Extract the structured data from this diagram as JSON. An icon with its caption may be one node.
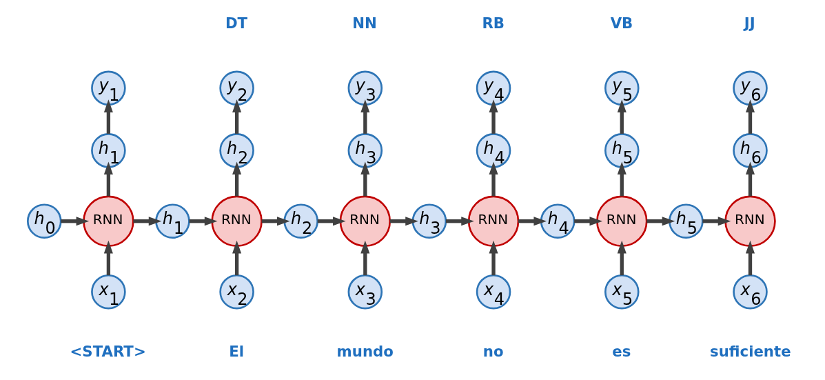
{
  "diagram": {
    "nodes": [
      {
        "text": [
          "*y*$_{1}$"
        ]
      },
      {
        "text": [
          "*y*$_{2}$"
        ],
        "beside": [
          "DT"
        ]
      },
      {
        "text": [
          "*y*$_{3}$"
        ],
        "beside": [
          "NN"
        ]
      },
      {
        "text": [
          "*y*$_{4}$"
        ],
        "beside": [
          "RB"
        ]
      },
      {
        "text": [
          "*y*$_{5}$"
        ],
        "beside": [
          "VB"
        ]
      },
      {
        "text": [
          "*y*$_{6}$"
        ],
        "beside": [
          "JJ"
        ]
      },
      {
        "text": [
          "*h*$_{1}$"
        ]
      },
      {
        "text": [
          "*h*$_{2}$"
        ]
      },
      {
        "text": [
          "*h*$_{3}$"
        ]
      },
      {
        "text": [
          "*h*$_{4}$"
        ]
      },
      {
        "text": [
          "*h*$_{5}$"
        ]
      },
      {
        "text": [
          "*h*$_{6}$"
        ]
      },
      {
        "text": [
          "*h*$_{0}$"
        ]
      },
      {
        "text": [
          "RNN"
        ]
      },
      {
        "text": [
          "*h*$_{1}$"
        ]
      },
      {
        "text": [
          "RNN"
        ]
      },
      {
        "text": [
          "*h*$_{2}$"
        ]
      },
      {
        "text": [
          "RNN"
        ]
      },
      {
        "text": [
          "*h*$_{3}$"
        ]
      },
      {
        "text": [
          "RNN"
        ]
      },
      {
        "text": [
          "*h*$_{4}$"
        ]
      },
      {
        "text": [
          "RNN"
        ]
      },
      {
        "text": [
          "*h*$_{5}$"
        ]
      },
      {
        "text": [
          "RNN"
        ]
      },
      {
        "text": [
          "*x*$_{1}$"
        ],
        "beside": [
          "<START>"
        ]
      },
      {
        "text": [
          "*x*$_{2}$"
        ],
        "beside": [
          "El"
        ]
      },
      {
        "text": [
          "*x*$_{3}$"
        ],
        "beside": [
          "mundo"
        ]
      },
      {
        "text": [
          "*x*$_{4}$"
        ],
        "beside": [
          "no"
        ]
      },
      {
        "text": [
          "*x*$_{5}$"
        ],
        "beside": [
          "es"
        ]
      },
      {
        "text": [
          "*x*$_{6}$"
        ],
        "beside": [
          "suficiente"
        ]
      }
    ],
    "edges": [
      {
        "from": 12,
        "to": 13,
        "arrow": "to"
      },
      {
        "from": 13,
        "to": 14,
        "arrow": "to"
      },
      {
        "from": 14,
        "to": 15,
        "arrow": "to"
      },
      {
        "from": 15,
        "to": 16,
        "arrow": "to"
      },
      {
        "from": 16,
        "to": 17,
        "arrow": "to"
      },
      {
        "from": 17,
        "to": 18,
        "arrow": "to"
      },
      {
        "from": 18,
        "to": 19,
        "arrow": "to"
      },
      {
        "from": 19,
        "to": 20,
        "arrow": "to"
      },
      {
        "from": 20,
        "to": 21,
        "arrow": "to"
      },
      {
        "from": 21,
        "to": 22,
        "arrow": "to"
      },
      {
        "from": 22,
        "to": 23,
        "arrow": "to"
      },
      {
        "from": 24,
        "to": 13,
        "arrow": "to"
      },
      {
        "from": 25,
        "to": 15,
        "arrow": "to"
      },
      {
        "from": 26,
        "to": 17,
        "arrow": "to"
      },
      {
        "from": 27,
        "to": 19,
        "arrow": "to"
      },
      {
        "from": 28,
        "to": 21,
        "arrow": "to"
      },
      {
        "from": 29,
        "to": 23,
        "arrow": "to"
      },
      {
        "from": 13,
        "to": 6,
        "arrow": "to"
      },
      {
        "from": 15,
        "to": 7,
        "arrow": "to"
      },
      {
        "from": 17,
        "to": 8,
        "arrow": "to"
      },
      {
        "from": 19,
        "to": 9,
        "arrow": "to"
      },
      {
        "from": 21,
        "to": 10,
        "arrow": "to"
      },
      {
        "from": 23,
        "to": 11,
        "arrow": "to"
      },
      {
        "from": 6,
        "to": 0,
        "arrow": "to"
      },
      {
        "from": 7,
        "to": 1,
        "arrow": "to"
      },
      {
        "from": 8,
        "to": 2,
        "arrow": "to"
      },
      {
        "from": 9,
        "to": 3,
        "arrow": "to"
      },
      {
        "from": 10,
        "to": 4,
        "arrow": "to"
      },
      {
        "from": 11,
        "to": 5,
        "arrow": "to"
      }
    ]
  }
}
